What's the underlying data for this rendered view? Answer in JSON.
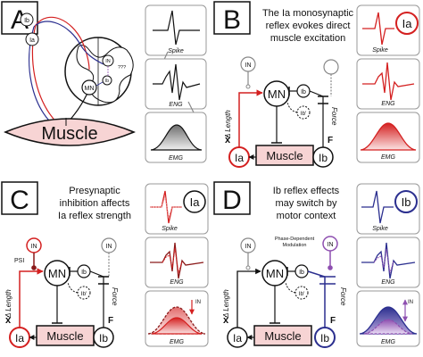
{
  "panels": {
    "a": {
      "letter": "A",
      "muscle": "Muscle",
      "ia": "Ia",
      "ib": "Ib",
      "in": "IN",
      "mn": "MN",
      "ib_inner": "Ib",
      "qmarks": "???",
      "trace_labels": [
        "Spike",
        "ENG",
        "EMG"
      ]
    },
    "b": {
      "letter": "B",
      "title": [
        "The Ia monosynaptic",
        "reflex evokes direct",
        "muscle excitation"
      ],
      "badge": "Ia",
      "in": "IN",
      "mn": "MN",
      "ib_inner": "Ib",
      "ib_prime": "Ib'",
      "length": "Δ Length",
      "xdot": "ẋ",
      "force": "Force",
      "f": "F",
      "muscle": "Muscle",
      "ia": "Ia",
      "ib": "Ib",
      "trace_labels": [
        "Spike",
        "ENG",
        "EMG"
      ]
    },
    "c": {
      "letter": "C",
      "title": [
        "Presynaptic",
        "inhibition affects",
        "Ia reflex strength"
      ],
      "badge": "Ia",
      "in1": "IN",
      "in2": "IN",
      "psi": "PSI",
      "mn": "MN",
      "ib_inner": "Ib",
      "ib_prime": "Ib'",
      "length": "Δ Length",
      "xdot": "ẋ",
      "force": "Force",
      "f": "F",
      "muscle": "Muscle",
      "ia": "Ia",
      "ib": "Ib",
      "in_arrow": "IN",
      "trace_labels": [
        "Spike",
        "ENG",
        "EMG"
      ]
    },
    "d": {
      "letter": "D",
      "title": [
        "Ib reflex effects",
        "may switch by",
        "motor context"
      ],
      "badge": "Ib",
      "modulation": [
        "Phase-Dependent",
        "Modulation"
      ],
      "in1": "IN",
      "in2": "IN",
      "mn": "MN",
      "ib_inner": "Ib",
      "ib_prime": "Ib'",
      "length": "Δ Length",
      "xdot": "ẋ",
      "force": "Force",
      "f": "F",
      "muscle": "Muscle",
      "ia": "Ia",
      "ib": "Ib",
      "in_arrow": "IN",
      "trace_labels": [
        "Spike",
        "ENG",
        "EMG"
      ]
    }
  },
  "colors": {
    "red": "#d42020",
    "blue": "#2b2f8f",
    "purple": "#8e4fb0",
    "muscle_fill": "#f7d4d4",
    "gray": "#888888",
    "box": "#999999"
  }
}
